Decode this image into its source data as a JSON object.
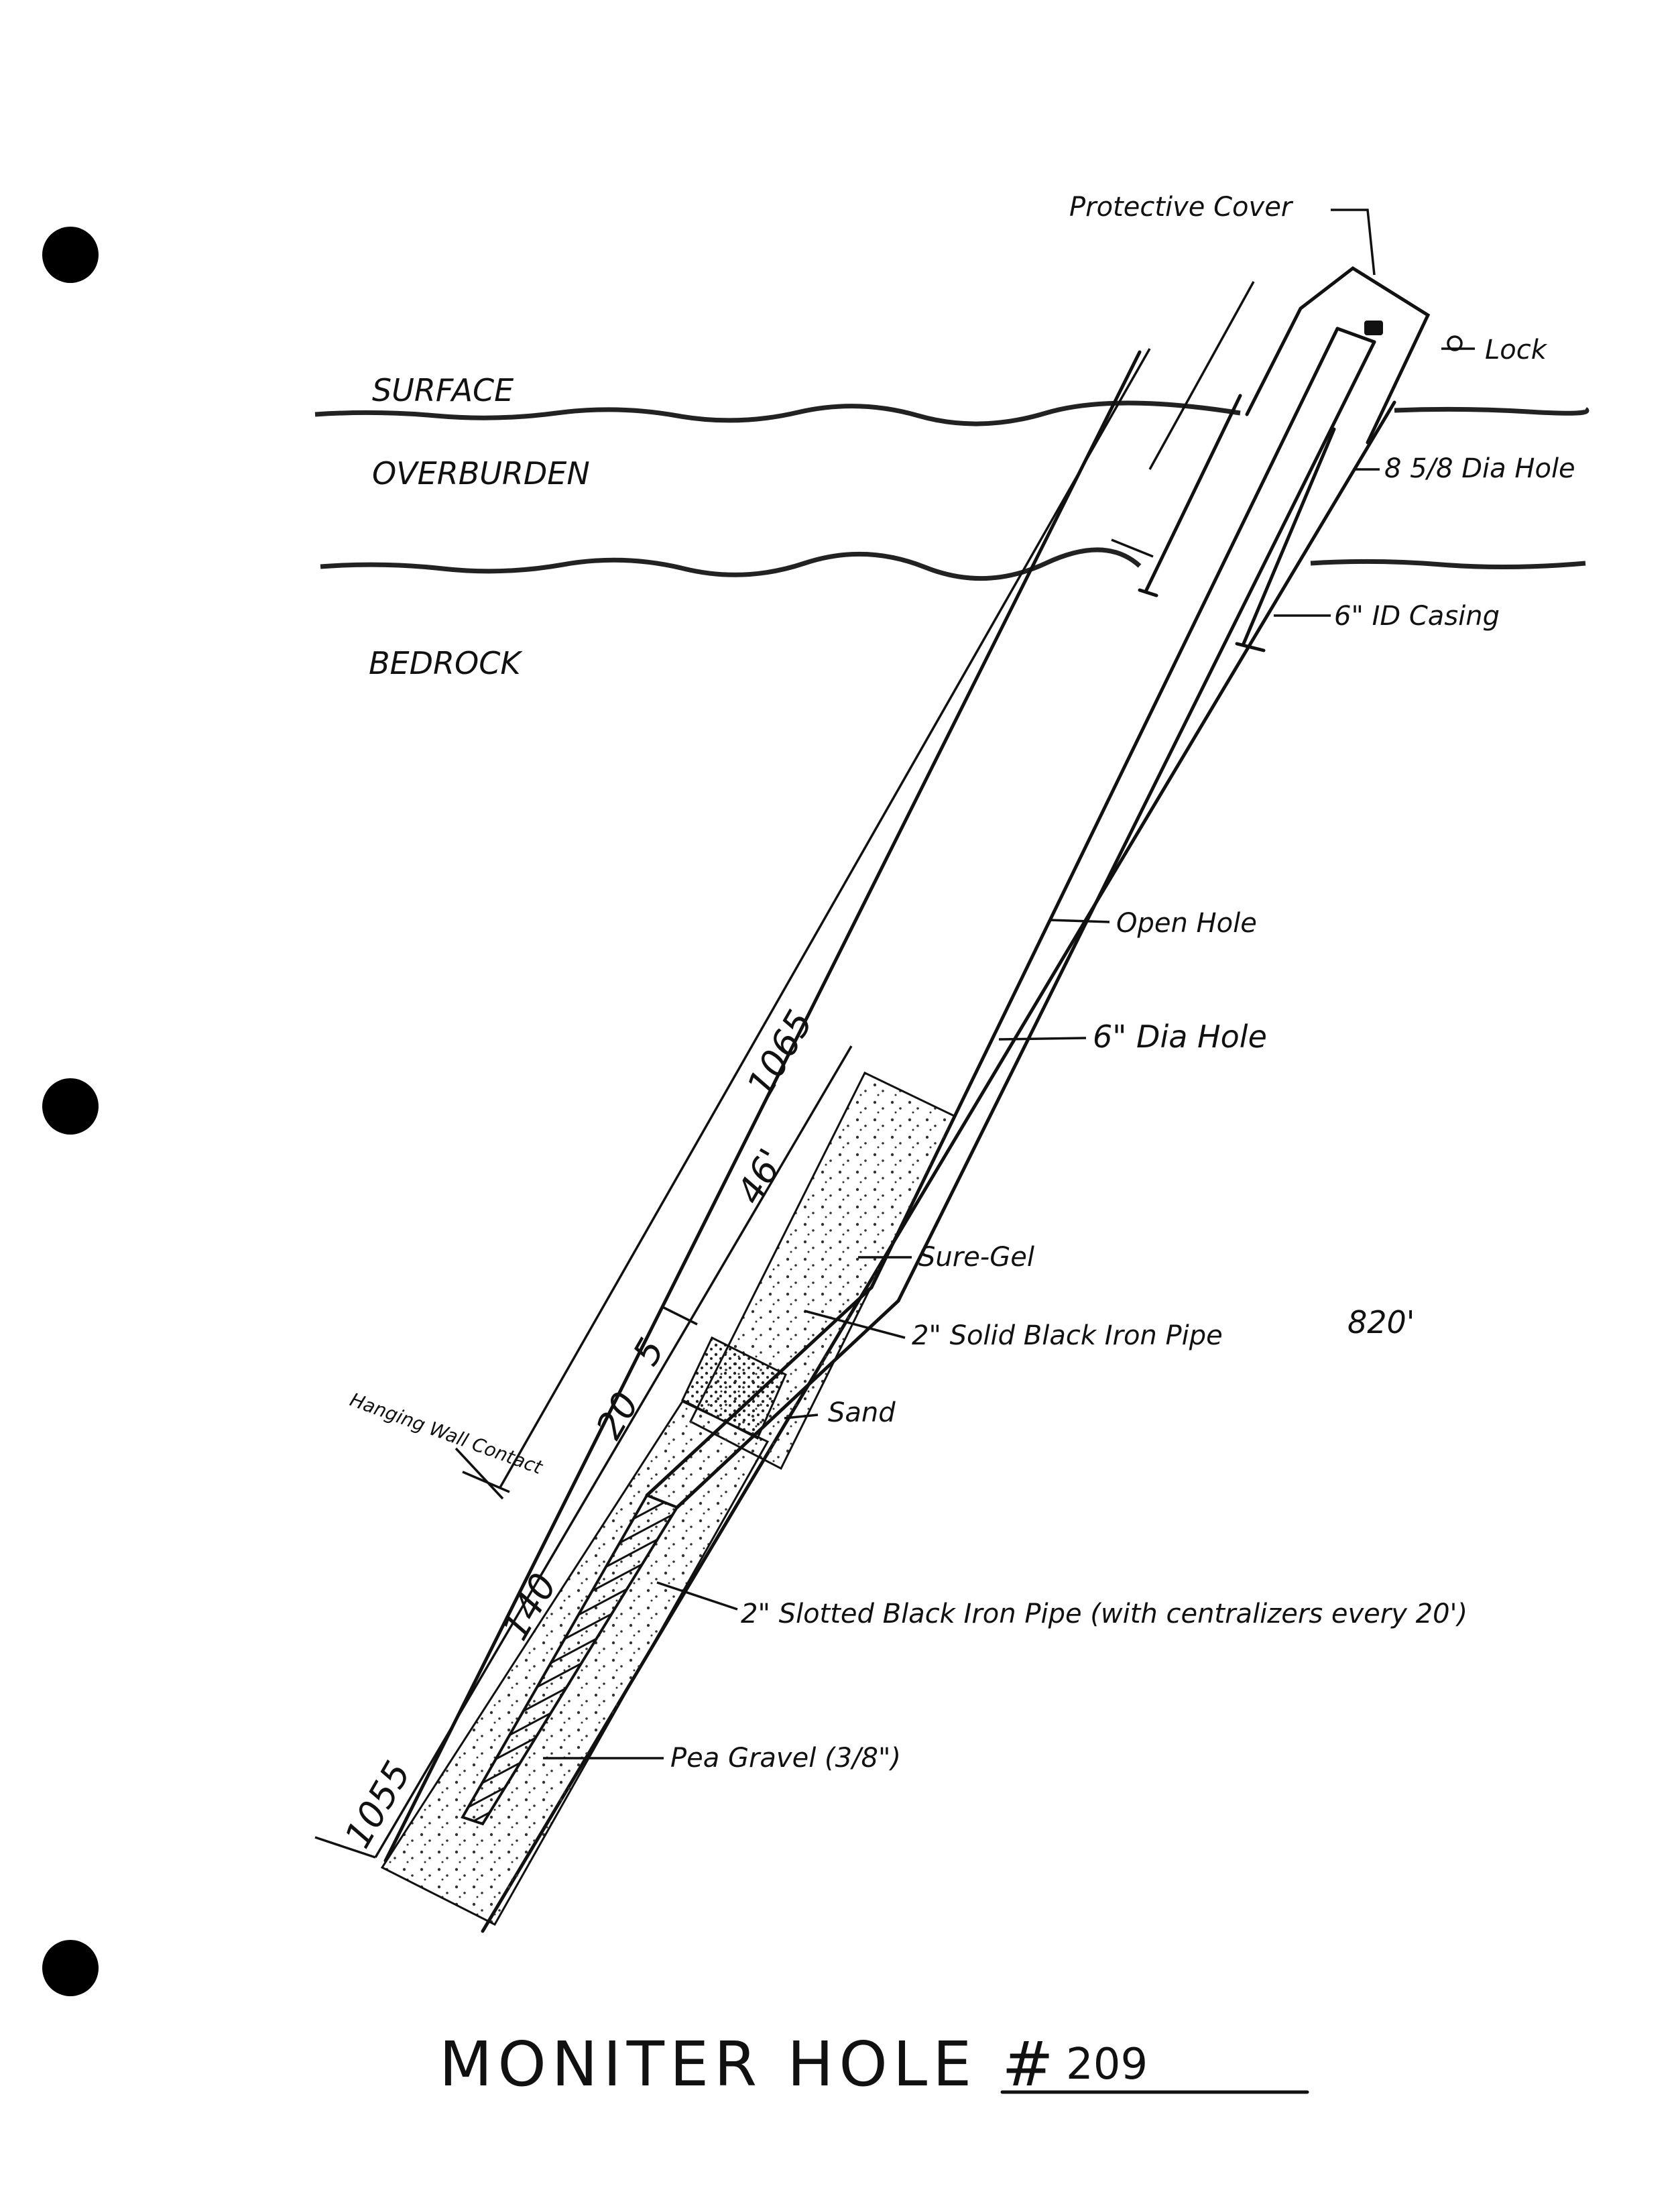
{
  "labels": {
    "protective_cover": "Protective Cover",
    "lock": "Lock",
    "surface": "SURFACE",
    "overburden": "OVERBURDEN",
    "bedrock": "BEDROCK",
    "dia_hole_858": "8 5/8 Dia Hole",
    "id_casing": "6\" ID Casing",
    "open_hole": "Open Hole",
    "dia_hole_6": "6\" Dia Hole",
    "sure_gel": "Sure-Gel",
    "solid_pipe": "2\" Solid Black Iron Pipe",
    "solid_pipe_length": "820'",
    "sand": "Sand",
    "hanging_wall": "Hanging Wall Contact",
    "slotted_pipe": "2\" Slotted Black Iron Pipe (with centralizers every 20')",
    "pea_gravel": "Pea Gravel (3/8\")"
  },
  "dimensions": {
    "d1065": "1065",
    "d46": "46'",
    "d5": "5",
    "d20": "20",
    "d140": "140",
    "d1055": "1055"
  },
  "title": {
    "text": "MONITER HOLE #",
    "number": "209"
  }
}
